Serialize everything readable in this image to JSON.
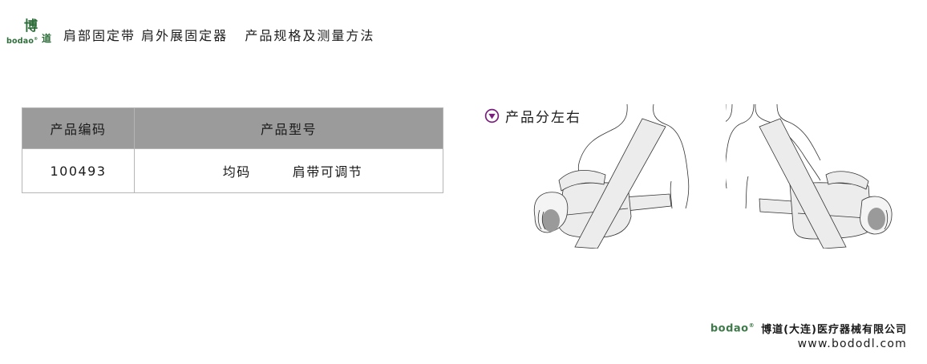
{
  "header": {
    "logo": {
      "glyph_top": "博",
      "brand": "bodao",
      "registered": "®",
      "glyph_right": "道"
    },
    "title": "肩部固定带 肩外展固定器   产品规格及测量方法"
  },
  "spec_table": {
    "columns": [
      "产品编码",
      "产品型号"
    ],
    "rows": [
      {
        "code": "100493",
        "size": "均码",
        "note": "肩带可调节"
      }
    ]
  },
  "variants": {
    "icon": "chevron-down-circle-icon",
    "label": "产品分左右",
    "icon_color": "#7a1f7e",
    "images": [
      "left-shoulder-brace-illustration",
      "right-shoulder-brace-illustration"
    ]
  },
  "footer": {
    "brand": "bodao",
    "registered": "®",
    "company": "博道(大连)医疗器械有限公司",
    "url": "www.bododl.com"
  },
  "colors": {
    "brand_green": "#2f6e3b",
    "table_header_bg": "#9b9b9b",
    "accent_purple": "#7a1f7e"
  }
}
